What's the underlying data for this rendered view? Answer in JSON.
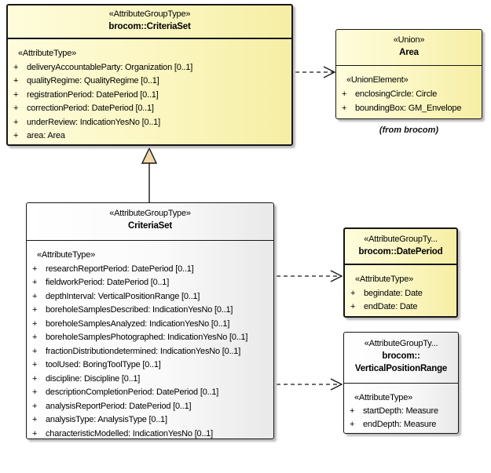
{
  "colors": {
    "external_box_fill": "#FBF6C0",
    "local_box_fill": "#FFFFFF",
    "border": "#161616",
    "shadow": "#BCBCBC",
    "generalization_triangle_fill": "#F0D8A8"
  },
  "boxes": {
    "brocom_criteriaset": {
      "stereotype": "«AttributeGroupType»",
      "name_lines": [
        "brocom::CriteriaSet"
      ],
      "section_stereotype": "«AttributeType»",
      "attributes": [
        {
          "vis": "+",
          "text": "deliveryAccountableParty: Organization [0..1]"
        },
        {
          "vis": "+",
          "text": "qualityRegime: QualityRegime [0..1]"
        },
        {
          "vis": "+",
          "text": "registrationPeriod: DatePeriod [0..1]"
        },
        {
          "vis": "+",
          "text": "correctionPeriod: DatePeriod [0..1]"
        },
        {
          "vis": "+",
          "text": "underReview: IndicationYesNo [0..1]"
        },
        {
          "vis": "+",
          "text": "area: Area"
        }
      ]
    },
    "area": {
      "stereotype": "«Union»",
      "name_lines": [
        "Area"
      ],
      "section_stereotype": "«UnionElement»",
      "attributes": [
        {
          "vis": "+",
          "text": "enclosingCircle: Circle"
        },
        {
          "vis": "+",
          "text": "boundingBox: GM_Envelope"
        }
      ],
      "footnote": "(from brocom)"
    },
    "criteriaset": {
      "stereotype": "«AttributeGroupType»",
      "name_lines": [
        "CriteriaSet"
      ],
      "section_stereotype": "«AttributeType»",
      "attributes": [
        {
          "vis": "+",
          "text": "researchReportPeriod: DatePeriod [0..1]"
        },
        {
          "vis": "+",
          "text": "fieldworkPeriod: DatePeriod [0..1]"
        },
        {
          "vis": "+",
          "text": "depthInterval: VerticalPositionRange [0..1]"
        },
        {
          "vis": "+",
          "text": "boreholeSamplesDescribed: IndicationYesNo [0..1]"
        },
        {
          "vis": "+",
          "text": "boreholeSamplesAnalyzed: IndicationYesNo [0..1]"
        },
        {
          "vis": "+",
          "text": "boreholeSamplesPhotographed: IndicationYesNo [0..1]"
        },
        {
          "vis": "+",
          "text": "fractionDistributiondetermined: IndicationYesNo [0..1]"
        },
        {
          "vis": "+",
          "text": "toolUsed: BoringToolType [0..1]"
        },
        {
          "vis": "+",
          "text": "discipline: Discipline [0..1]"
        },
        {
          "vis": "+",
          "text": "descriptionCompletionPeriod: DatePeriod [0..1]"
        },
        {
          "vis": "+",
          "text": "analysisReportPeriod: DatePeriod [0..1]"
        },
        {
          "vis": "+",
          "text": "analysisType: AnalysisType [0..1]"
        },
        {
          "vis": "+",
          "text": "characteristicModelled: IndicationYesNo [0..1]"
        }
      ]
    },
    "dateperiod": {
      "stereotype": "«AttributeGroupTy...",
      "name_lines": [
        "brocom::DatePeriod"
      ],
      "section_stereotype": "«AttributeType»",
      "attributes": [
        {
          "vis": "+",
          "text": "begindate: Date"
        },
        {
          "vis": "+",
          "text": "endDate: Date"
        }
      ]
    },
    "verticalpositionrange": {
      "stereotype": "«AttributeGroupTy...",
      "name_lines": [
        "brocom::",
        "VerticalPositionRange"
      ],
      "section_stereotype": "«AttributeType»",
      "attributes": [
        {
          "vis": "+",
          "text": "startDepth: Measure"
        },
        {
          "vis": "+",
          "text": "endDepth: Measure"
        }
      ]
    }
  },
  "relations": [
    {
      "type": "dependency",
      "from": "brocom::CriteriaSet",
      "to": "Area"
    },
    {
      "type": "generalization",
      "from": "CriteriaSet",
      "to": "brocom::CriteriaSet"
    },
    {
      "type": "dependency",
      "from": "CriteriaSet",
      "to": "brocom::DatePeriod"
    },
    {
      "type": "dependency",
      "from": "CriteriaSet",
      "to": "brocom::VerticalPositionRange"
    }
  ]
}
